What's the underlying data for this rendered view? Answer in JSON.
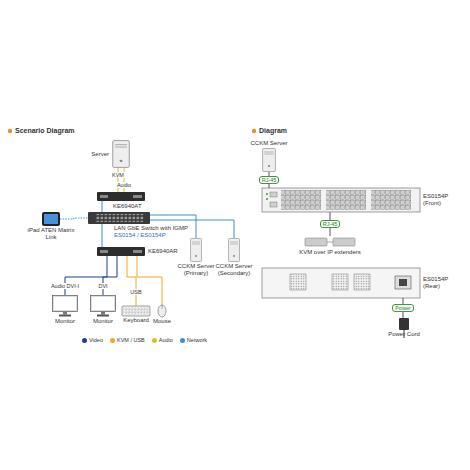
{
  "diagram": {
    "nodes": [
      {
        "text": [
          "Server"
        ]
      },
      {
        "text": [
          "KE6940AT"
        ]
      },
      {
        "text": [
          "LAN GbE Switch with IGMP",
          "ES0154 / ES0154P"
        ]
      },
      {
        "text": [
          "iPad ATEN Matrix Link"
        ]
      },
      {
        "text": [
          "KE6940AR"
        ]
      },
      {
        "text": [
          "CCKM Server (Primary)"
        ]
      },
      {
        "text": [
          "CCKM Server (Secondary)"
        ]
      },
      {
        "text": [
          "Monitor"
        ]
      },
      {
        "text": [
          "Monitor"
        ]
      },
      {
        "text": [
          "Keyboard"
        ]
      },
      {
        "text": [
          "Mouse"
        ]
      },
      {
        "text": [
          "CCKM Server"
        ]
      },
      {
        "text": [
          "ES0154P (Front)"
        ]
      },
      {
        "text": [
          "KVM over IP extenders"
        ]
      },
      {
        "text": [
          "ES0154P (Rear)"
        ]
      },
      {
        "text": [
          "Power Cord"
        ]
      }
    ],
    "edges": [
      {
        "from": 0,
        "to": 1,
        "label": "KVM",
        "arrow": "none"
      },
      {
        "from": 0,
        "to": 1,
        "label": "Audio",
        "arrow": "none"
      },
      {
        "from": 1,
        "to": 2,
        "arrow": "none"
      },
      {
        "from": 3,
        "to": 2,
        "arrow": "none"
      },
      {
        "from": 2,
        "to": 5,
        "arrow": "none"
      },
      {
        "from": 2,
        "to": 6,
        "arrow": "none"
      },
      {
        "from": 2,
        "to": 4,
        "arrow": "none"
      },
      {
        "from": 4,
        "to": 7,
        "label": "Audio DVI-I",
        "arrow": "none"
      },
      {
        "from": 4,
        "to": 8,
        "label": "DVI",
        "arrow": "none"
      },
      {
        "from": 4,
        "to": 9,
        "label": "USB",
        "arrow": "none"
      },
      {
        "from": 4,
        "to": 10,
        "arrow": "none"
      },
      {
        "from": 11,
        "to": 12,
        "label": "RJ-45",
        "arrow": "none"
      },
      {
        "from": 12,
        "to": 13,
        "label": "RJ-45",
        "arrow": "none"
      },
      {
        "from": 14,
        "to": 15,
        "label": "Power",
        "arrow": "none"
      }
    ],
    "labels": [
      "Scenario Diagram",
      "Diagram"
    ],
    "legend": [
      {
        "text": "Video",
        "color": "#1b3f8b"
      },
      {
        "text": "KVM / USB",
        "color": "#f5a623"
      },
      {
        "text": "Audio",
        "color": "#d4c41a"
      },
      {
        "text": "Network",
        "color": "#3a8fd0"
      }
    ]
  }
}
